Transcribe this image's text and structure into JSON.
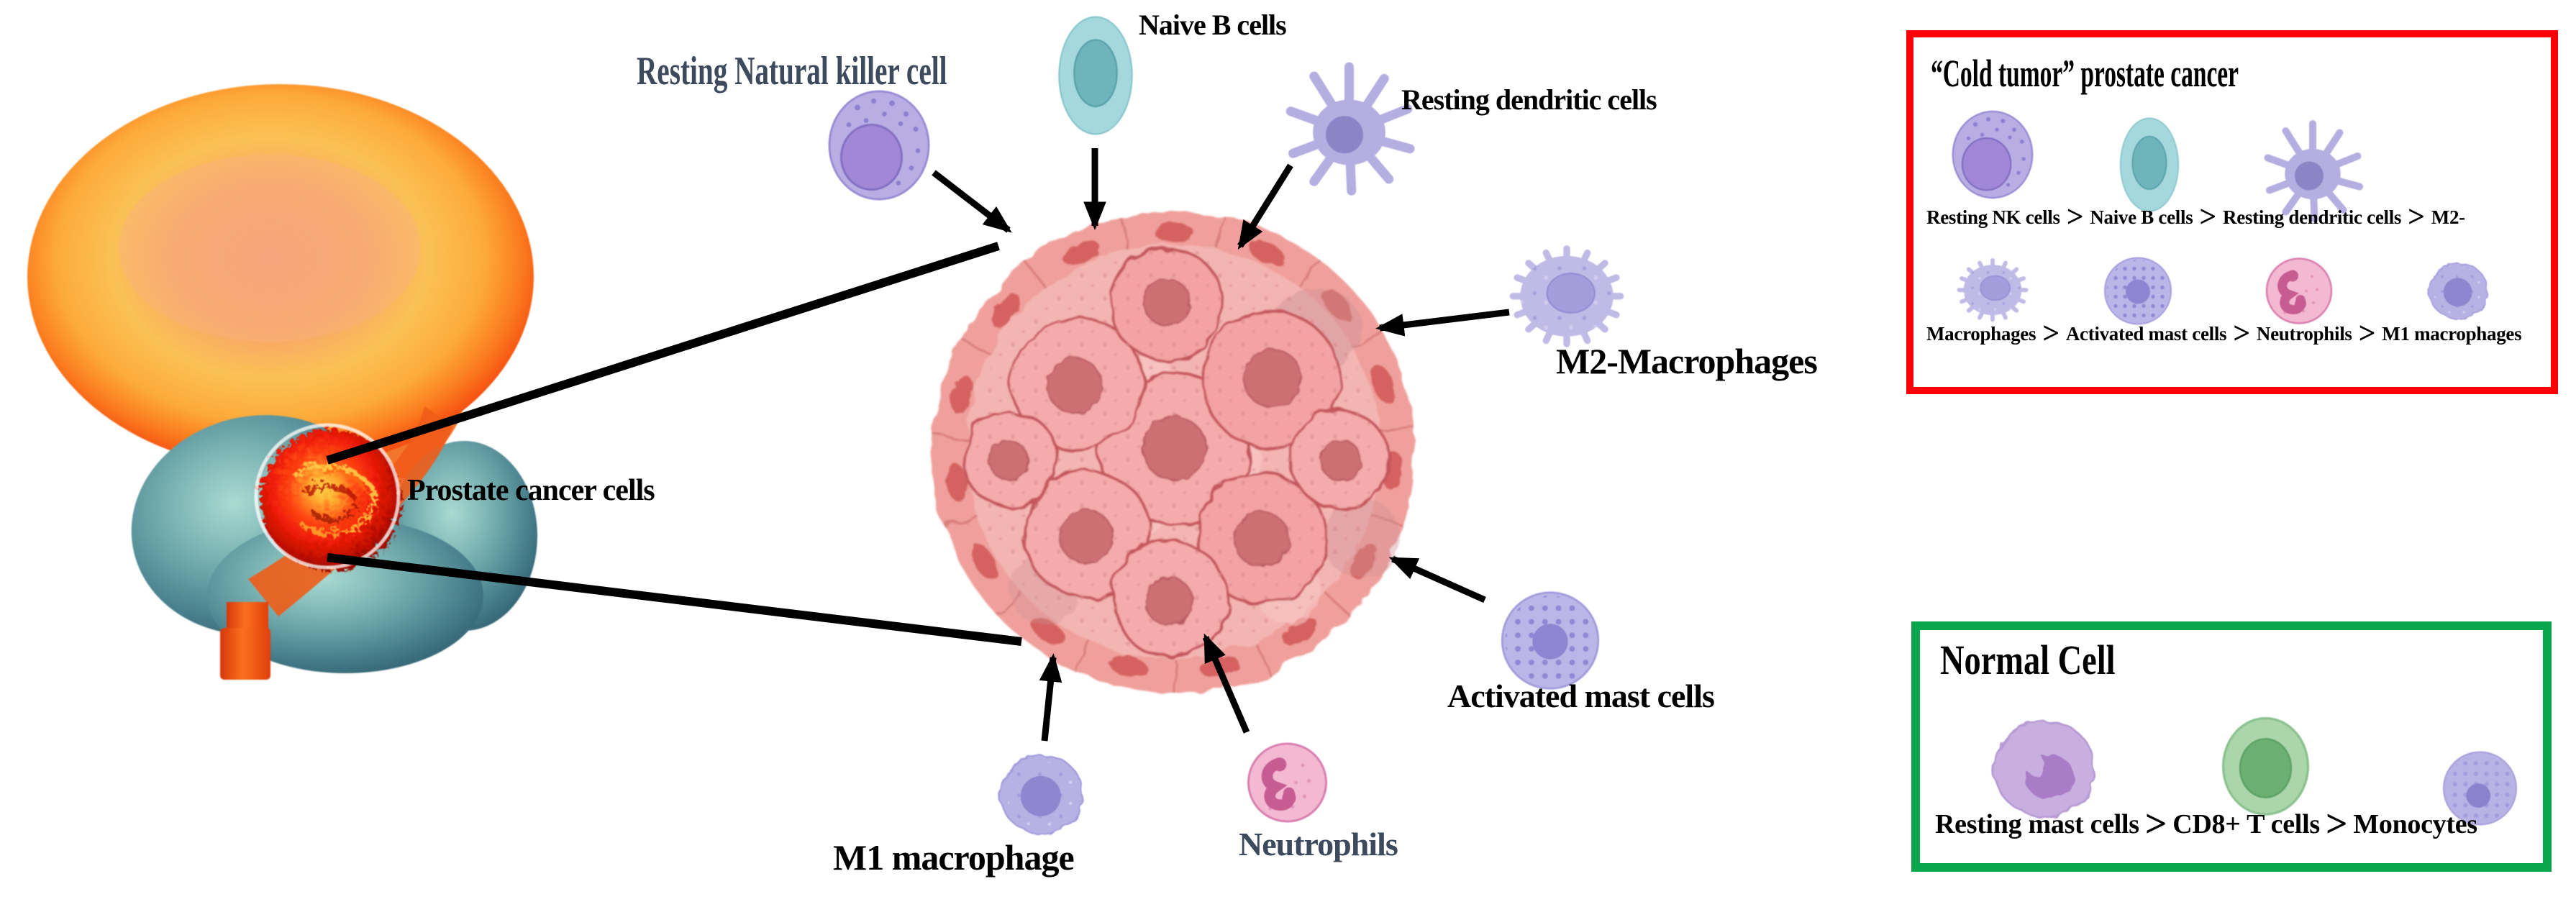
{
  "gt": ">",
  "labels": {
    "resting_nk": "Resting Natural killer cell",
    "naive_b": "Naive B cells",
    "resting_dendritic": "Resting dendritic cells",
    "m2": "M2-Macrophages",
    "activated_mast": "Activated mast cells",
    "neutrophils": "Neutrophils",
    "m1": "M1 macrophage",
    "prostate_cancer": "Prostate cancer cells"
  },
  "cold_tumor_box": {
    "title": "“Cold tumor” prostate cancer",
    "row1": [
      "Resting NK cells",
      "Naive B cells",
      "Resting dendritic cells",
      "M2-"
    ],
    "row2": [
      "Macrophages",
      "Activated mast cells",
      "Neutrophils",
      "M1 macrophages"
    ]
  },
  "normal_box": {
    "title": "Normal Cell",
    "row": [
      "Resting mast cells",
      "CD8+ T cells",
      "Monocytes"
    ]
  },
  "colors": {
    "cold_box_border": "#fb0007",
    "normal_box_border": "#0aa64e",
    "slate_label": "#3d4a5d",
    "arrow": "#000000",
    "tumor_cell_body": "#f5abab",
    "tumor_cell_nucleus": "#cd6f73",
    "nk_body": "#b9aee4",
    "naive_b_body": "#a5d8dc",
    "neutrophil_body": "#f3b9d2",
    "cd8_body": "#abd6ab"
  }
}
